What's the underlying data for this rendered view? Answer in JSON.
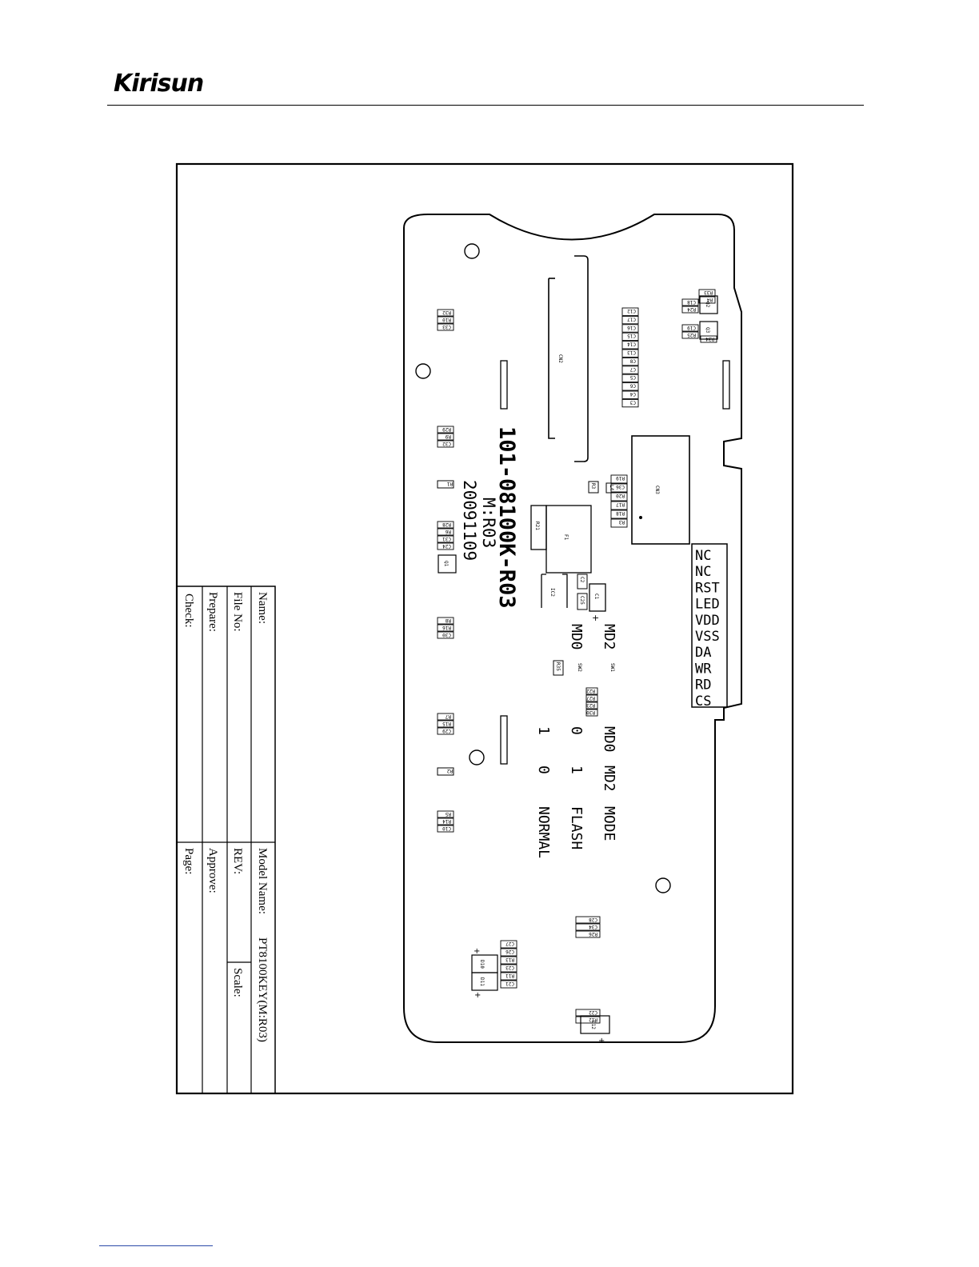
{
  "brand": {
    "logo_text": "Kirisun"
  },
  "title_block": {
    "name_label": "Name:",
    "file_no_label": "File No:",
    "prepare_label": "Prepare:",
    "check_label": "Check:",
    "model_name_label": "Model Name:",
    "model_name_value": "PT8100KEY(M:R03)",
    "rev_label": "REV:",
    "scale_label": "Scale:",
    "approve_label": "Approve:",
    "page_label": "Page:"
  },
  "board": {
    "part_number": "101-08100K-R03",
    "revision": "M:R03",
    "date": "20091109",
    "pins": [
      "NC",
      "NC",
      "RST",
      "LED",
      "VDD",
      "VSS",
      "DA",
      "WR",
      "RD",
      "CS"
    ],
    "mode_labels": {
      "md2": "MD2",
      "md0": "MD0"
    },
    "mode_table": {
      "headers": [
        "MD0",
        "MD2",
        "MODE"
      ],
      "rows": [
        [
          "0",
          "1",
          "FLASH"
        ],
        [
          "1",
          "0",
          "NORMAL"
        ]
      ]
    },
    "plus": "+",
    "components": {
      "cn2": "CN2",
      "cn3": "CN3",
      "f1": "F1",
      "ic2": "IC2",
      "r21": "R21",
      "c1": "C1",
      "c2": "C2",
      "c25": "C25",
      "sw1": "SW1",
      "sw2": "SW2",
      "r35": "R35",
      "q1": "Q1",
      "q2": "Q2",
      "q3": "Q3",
      "d10": "D10",
      "d11": "D11",
      "d12": "D12",
      "l4": "L4",
      "r3": "R3",
      "r1": "R1",
      "r2": "R2",
      "group_left_1": [
        "R32",
        "R10",
        "C33"
      ],
      "group_left_2": [
        "R29",
        "R9",
        "C32"
      ],
      "group_left_3": [
        "R28",
        "R6",
        "C31",
        "C24"
      ],
      "group_left_4": [
        "R8",
        "R16",
        "C30"
      ],
      "group_left_5": [
        "R7",
        "R15",
        "C29"
      ],
      "group_left_6": [
        "R5",
        "R14",
        "C10"
      ],
      "group_caps": [
        "C12",
        "C17",
        "C16",
        "C15",
        "C14",
        "C13",
        "C8",
        "C7",
        "C5",
        "C6",
        "C4",
        "C3"
      ],
      "group_top_right": [
        "R33",
        "R4",
        "C18",
        "R24",
        "R34",
        "C19",
        "R25"
      ],
      "group_mid": [
        "R19",
        "C36",
        "R20",
        "R17",
        "R18",
        "R3"
      ],
      "group_sw": [
        "R22",
        "R27",
        "R23",
        "R30"
      ],
      "group_bottom_1": [
        "C28",
        "C34",
        "R26"
      ],
      "group_bottom_2": [
        "C27",
        "C26",
        "R13",
        "C23",
        "R11",
        "C21"
      ],
      "group_bottom_3": [
        "C22",
        "R12"
      ]
    }
  }
}
